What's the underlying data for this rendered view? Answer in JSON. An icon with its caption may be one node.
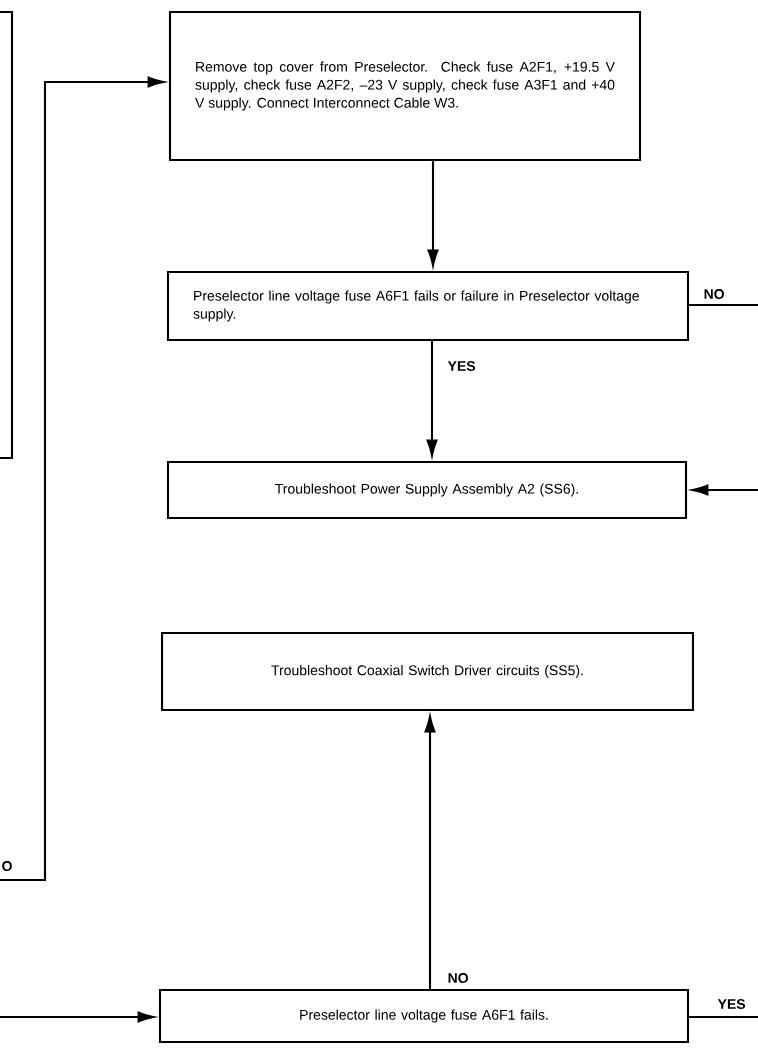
{
  "diagram": {
    "nodes": [
      {
        "text": [],
        "shape": "box"
      },
      {
        "text": [
          "Remove top cover from Preselector. Check fuse A2F1, +19.5 V supply, check fuse A2F2, –23 V supply, check fuse A3F1 and +40 V supply. Connect Interconnect Cable W3."
        ]
      },
      {
        "text": [
          "Preselector line voltage fuse A6F1 fails or failure in Preselector voltage supply."
        ]
      },
      {
        "text": [
          "Troubleshoot Power Supply Assembly A2 (SS6)."
        ]
      },
      {
        "text": [
          "Troubleshoot Coaxial Switch Driver circuits (SS5)."
        ]
      },
      {
        "text": [
          "Preselector line voltage fuse A6F1 fails."
        ]
      }
    ],
    "edges": [
      {
        "from": null,
        "to": 1,
        "arrow": "to",
        "label": "O"
      },
      {
        "from": 1,
        "to": 2,
        "arrow": "to"
      },
      {
        "from": 2,
        "to": 3,
        "arrow": "to",
        "label": "YES"
      },
      {
        "from": 2,
        "to": null,
        "arrow": "none",
        "label": "NO"
      },
      {
        "from": null,
        "to": 3,
        "arrow": "to"
      },
      {
        "from": 5,
        "to": 4,
        "arrow": "to",
        "label": "NO"
      },
      {
        "from": 5,
        "to": null,
        "arrow": "none",
        "label": "YES"
      },
      {
        "from": null,
        "to": 5,
        "arrow": "to"
      }
    ]
  }
}
